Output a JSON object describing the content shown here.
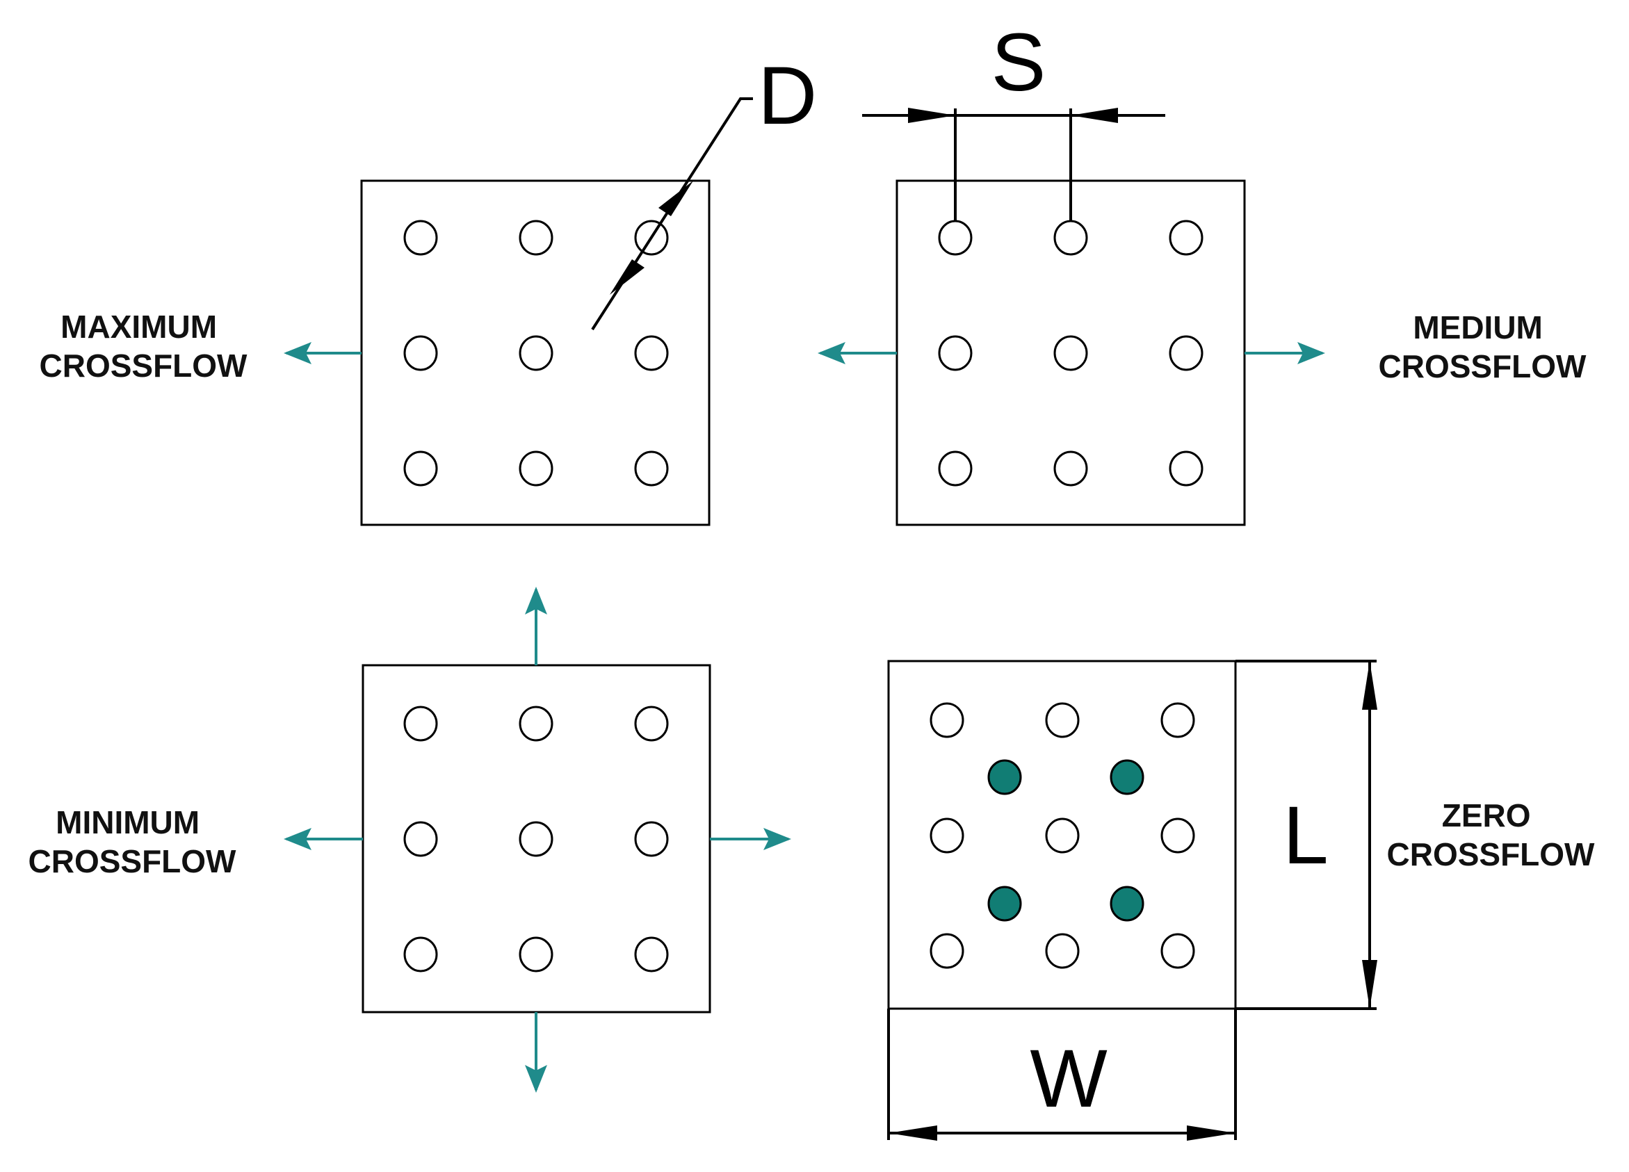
{
  "colors": {
    "line": "#000000",
    "flow_arrow": "#1f8b8b",
    "blocked_hole": "#117d74",
    "background": "#ffffff"
  },
  "panels": [
    {
      "label_line1": "MAXIMUM",
      "label_line2": "CROSSFLOW",
      "flow_directions": [
        "left"
      ]
    },
    {
      "label_line1": "MEDIUM",
      "label_line2": "CROSSFLOW",
      "flow_directions": [
        "left",
        "right"
      ]
    },
    {
      "label_line1": "MINIMUM",
      "label_line2": "CROSSFLOW",
      "flow_directions": [
        "left",
        "right",
        "up",
        "down"
      ]
    },
    {
      "label_line1": "ZERO",
      "label_line2": "CROSSFLOW",
      "flow_directions": [],
      "filled_holes": 4
    }
  ],
  "dimensions": {
    "diameter": "D",
    "spacing": "S",
    "length": "L",
    "width": "W"
  }
}
